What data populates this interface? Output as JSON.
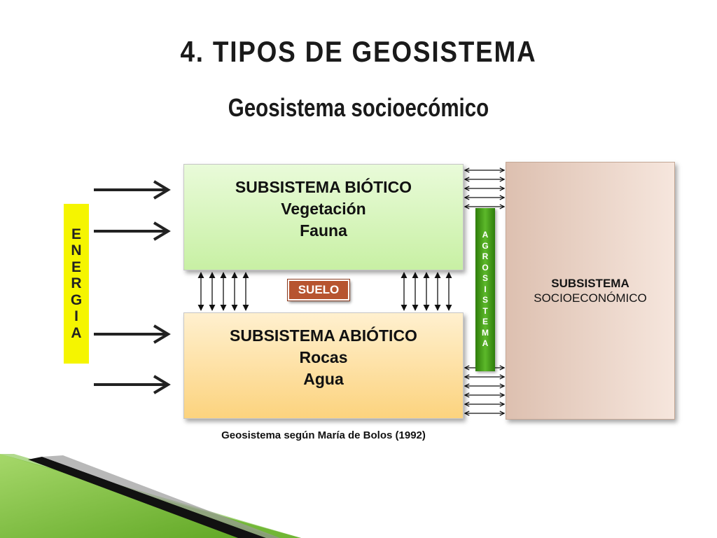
{
  "title": "4. TIPOS DE GEOSISTEMA",
  "subtitle": "Geosistema  socioecómico",
  "biotic": {
    "title": "SUBSISTEMA BIÓTICO",
    "items": [
      "Vegetación",
      "Fauna"
    ]
  },
  "abiotic": {
    "title": "SUBSISTEMA ABIÓTICO",
    "items": [
      "Rocas",
      "Agua"
    ]
  },
  "socio": {
    "title_line1": "SUBSISTEMA",
    "title_line2": "SOCIOECONÓMICO"
  },
  "energia_letters": [
    "E",
    "N",
    "E",
    "R",
    "G",
    "I",
    "A"
  ],
  "agrosistema_letters": [
    "A",
    "G",
    "R",
    "O",
    "S",
    "I",
    "S",
    "T",
    "E",
    "M",
    "A"
  ],
  "suelo": "SUELO",
  "caption": "Geosistema según María de Bolos (1992)",
  "colors": {
    "biotic_fill": "#c8f0a4",
    "abiotic_fill": "#fcd37e",
    "socio_fill": "#e9d3c6",
    "energia_fill": "#f5f500",
    "agro_fill": "#4aa01e",
    "suelo_fill": "#b75430",
    "decor_green": "#7dc242"
  }
}
